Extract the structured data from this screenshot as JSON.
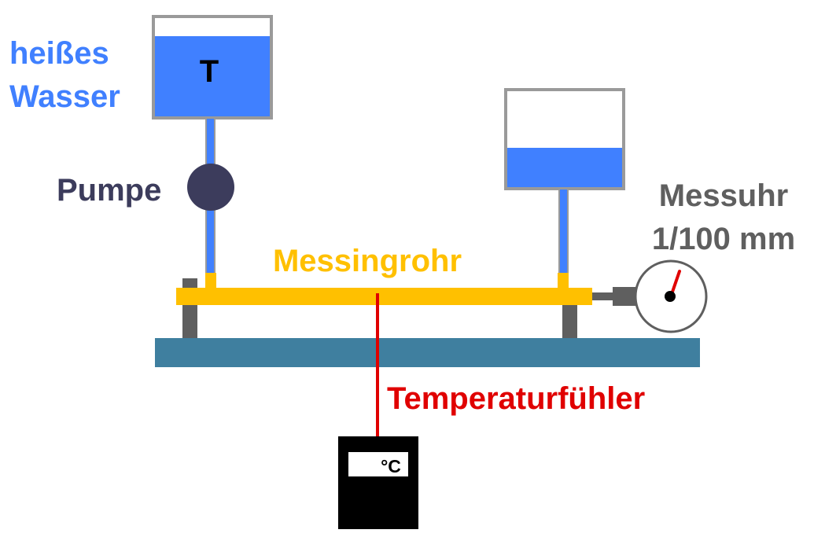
{
  "labels": {
    "hot_water_line1": "heißes",
    "hot_water_line2": "Wasser",
    "tank_symbol": "T",
    "pump": "Pumpe",
    "brass_tube": "Messingrohr",
    "dial_gauge_line1": "Messuhr",
    "dial_gauge_line2": "1/100 mm",
    "temp_sensor": "Temperaturfühler",
    "display_unit": "°C"
  },
  "colors": {
    "water": "#4080ff",
    "hot_water_text": "#4080ff",
    "brass": "#ffc000",
    "pump": "#3c3c5c",
    "pump_text": "#3c3c5c",
    "base": "#3f7f9f",
    "support": "#5f5f5f",
    "tank_border": "#9a9a9a",
    "sensor_wire": "#e00000",
    "sensor_text": "#e00000",
    "gauge_text": "#5f5f5f",
    "display": "#000000",
    "needle": "#e00000"
  }
}
